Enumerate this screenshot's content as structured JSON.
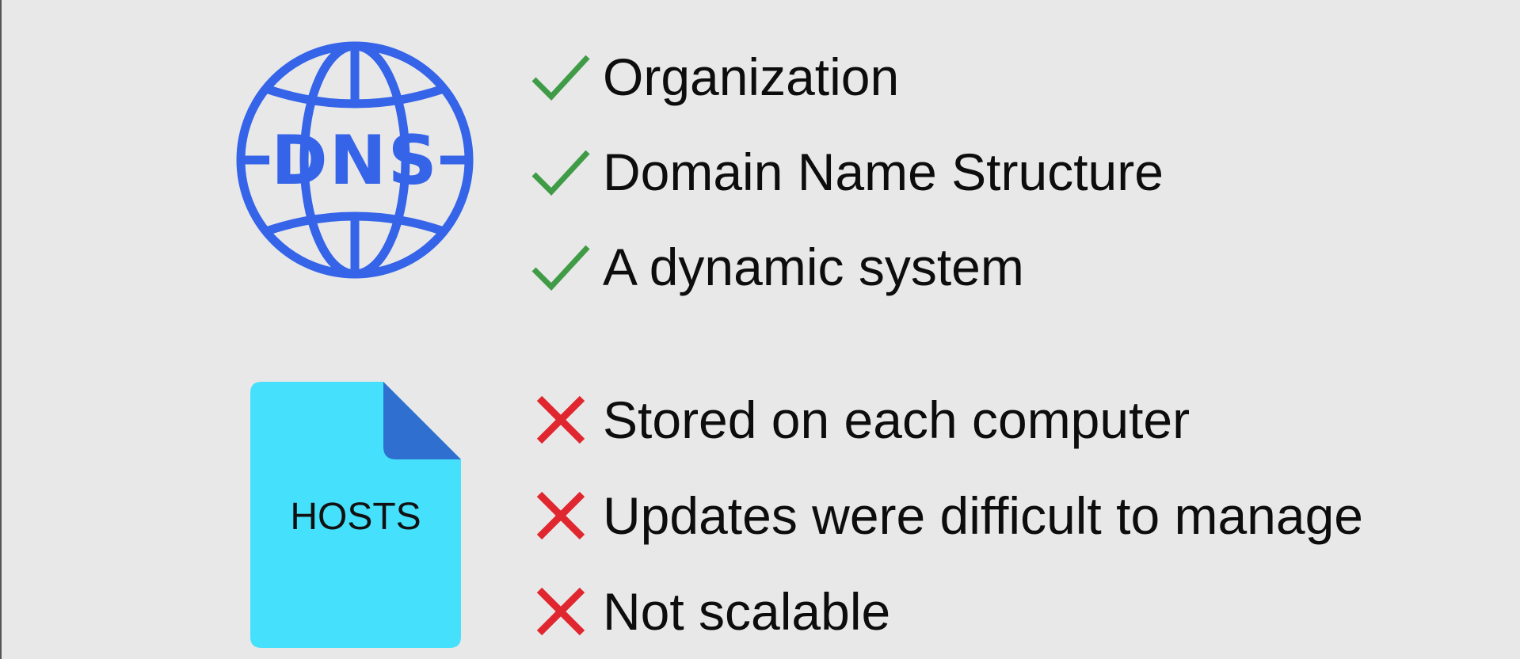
{
  "colors": {
    "background": "#e8e8e9",
    "dns_blue": "#3564e8",
    "hosts_cyan": "#45e0fb",
    "hosts_fold": "#2e6fd0",
    "check_green": "#3f9b46",
    "cross_red": "#e0262e"
  },
  "dns": {
    "icon": "dns-globe-icon",
    "label": "DNS",
    "pros": [
      {
        "icon": "check-icon",
        "text": "Organization"
      },
      {
        "icon": "check-icon",
        "text": "Domain Name Structure"
      },
      {
        "icon": "check-icon",
        "text": "A dynamic system"
      }
    ]
  },
  "hosts": {
    "icon": "hosts-file-icon",
    "label": "HOSTS",
    "cons": [
      {
        "icon": "cross-icon",
        "text": "Stored on each computer"
      },
      {
        "icon": "cross-icon",
        "text": "Updates were difficult to manage"
      },
      {
        "icon": "cross-icon",
        "text": "Not scalable"
      }
    ]
  }
}
